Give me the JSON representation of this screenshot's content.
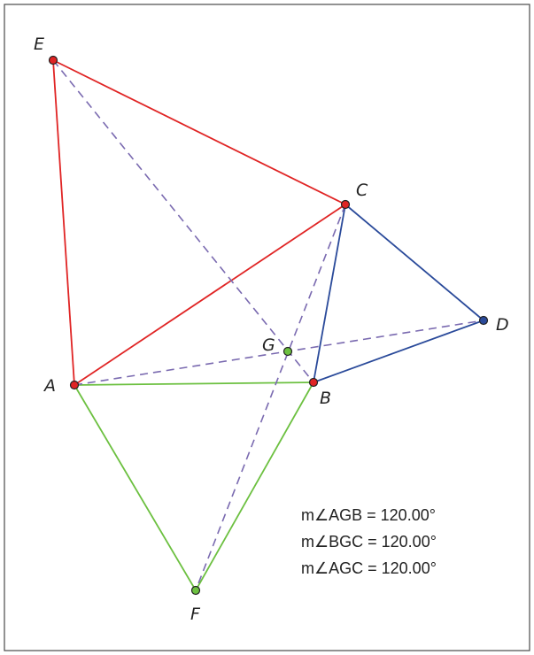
{
  "points": {
    "A": {
      "label": "A",
      "color": "#e02424"
    },
    "B": {
      "label": "B",
      "color": "#e02424"
    },
    "C": {
      "label": "C",
      "color": "#e02424"
    },
    "D": {
      "label": "D",
      "color": "#2a4a9a"
    },
    "E": {
      "label": "E",
      "color": "#e02424"
    },
    "F": {
      "label": "F",
      "color": "#6cc040"
    },
    "G": {
      "label": "G",
      "color": "#6cc040"
    }
  },
  "measurements": [
    {
      "text": "m∠AGB = 120.00°"
    },
    {
      "text": "m∠BGC = 120.00°"
    },
    {
      "text": "m∠AGC = 120.00°"
    }
  ],
  "colors": {
    "red_triangle": "#e02424",
    "blue_triangle": "#2a4a9a",
    "green_triangle": "#6cc040",
    "dashed_lines": "#7a6ab0"
  }
}
